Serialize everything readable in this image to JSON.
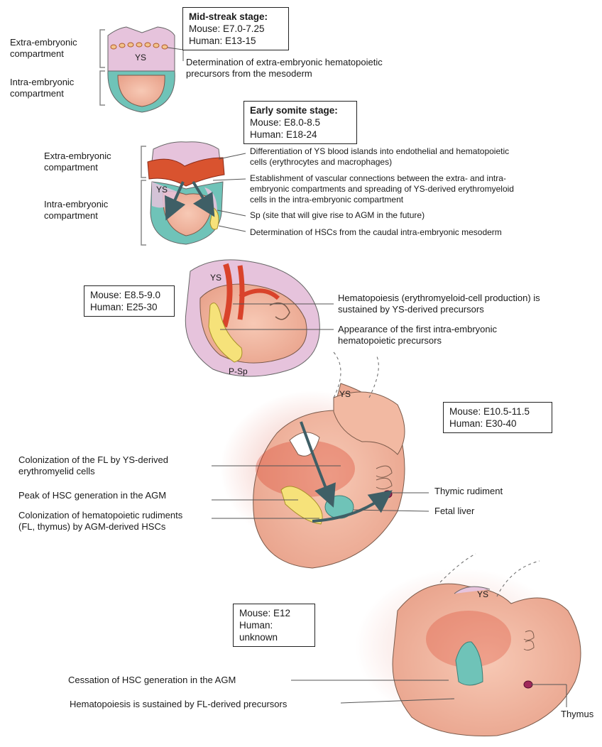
{
  "stage1": {
    "box": {
      "title": "Mid-streak stage:",
      "mouse": "Mouse: E7.0-7.25",
      "human": "Human: E13-15"
    },
    "extra_label": [
      "Extra-embryonic",
      "compartment"
    ],
    "intra_label": [
      "Intra-embryonic",
      "compartment"
    ],
    "ys": "YS",
    "note": [
      "Determination of extra-embryonic hematopoietic",
      "precursors from the mesoderm"
    ]
  },
  "stage2": {
    "box": {
      "title": "Early somite stage:",
      "mouse": "Mouse: E8.0-8.5",
      "human": "Human: E18-24"
    },
    "extra_label": [
      "Extra-embryonic",
      "compartment"
    ],
    "intra_label": [
      "Intra-embryonic",
      "compartment"
    ],
    "ys": "YS",
    "notes": [
      [
        "Differentiation of YS blood islands into endothelial and hematopoietic",
        "cells (erythrocytes and macrophages)"
      ],
      [
        "Establishment of vascular connections between the extra- and intra-",
        "embryonic compartments and spreading of YS-derived erythromyeloid",
        "cells in the intra-embryonic compartment"
      ],
      [
        "Sp (site that will give rise to AGM in the future)"
      ],
      [
        "Determination of HSCs from the caudal intra-embryonic mesoderm"
      ]
    ]
  },
  "stage3": {
    "box": {
      "mouse": "Mouse: E8.5-9.0",
      "human": "Human: E25-30"
    },
    "ys": "YS",
    "psp": "P-Sp",
    "notes": [
      [
        "Hematopoiesis (erythromyeloid-cell production) is",
        "sustained by YS-derived precursors"
      ],
      [
        "Appearance of the first intra-embryonic",
        "hematopoietic precursors"
      ]
    ]
  },
  "stage4": {
    "box": {
      "mouse": "Mouse: E10.5-11.5",
      "human": "Human: E30-40"
    },
    "ys": "YS",
    "left_notes": [
      [
        "Colonization of the FL by YS-derived",
        "erythromyelid cells"
      ],
      [
        "Peak of HSC generation in the AGM"
      ],
      [
        "Colonization of hematopoietic rudiments",
        "(FL, thymus) by AGM-derived HSCs"
      ]
    ],
    "right_notes": [
      "Thymic rudiment",
      "Fetal liver"
    ]
  },
  "stage5": {
    "box": {
      "mouse": "Mouse: E12",
      "human": "Human: unknown"
    },
    "ys": "YS",
    "notes": [
      "Cessation of HSC generation in the AGM",
      "Hematopoiesis is sustained by FL-derived precursors"
    ],
    "thymus": "Thymus"
  },
  "colors": {
    "ys_pink": "#e6c3dc",
    "embryo_peach": "#f2b9a2",
    "teal": "#6fc3b8",
    "red": "#d9432b",
    "yellow": "#f6e27a",
    "arrow": "#3f5f66"
  }
}
